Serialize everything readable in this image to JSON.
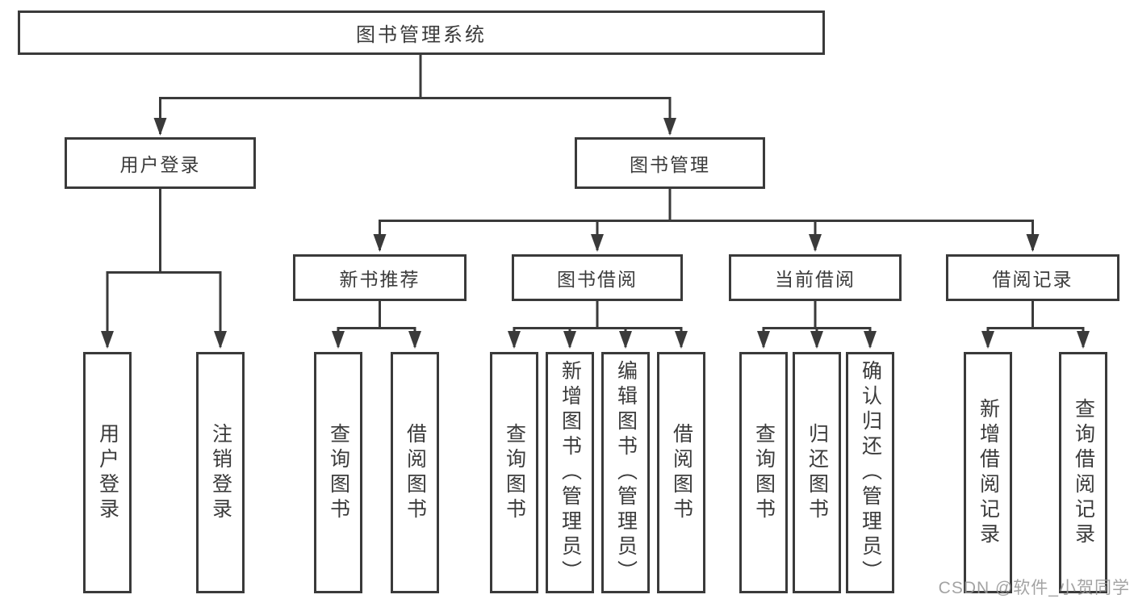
{
  "diagram": {
    "type": "hierarchy-tree",
    "root": {
      "label": "图书管理系统"
    },
    "level2": [
      {
        "label": "用户登录"
      },
      {
        "label": "图书管理"
      }
    ],
    "level3": [
      {
        "label": "新书推荐",
        "parent": "图书管理"
      },
      {
        "label": "图书借阅",
        "parent": "图书管理"
      },
      {
        "label": "当前借阅",
        "parent": "图书管理"
      },
      {
        "label": "借阅记录",
        "parent": "图书管理"
      }
    ],
    "leaves": [
      {
        "label": "用户登录",
        "parent": "用户登录"
      },
      {
        "label": "注销登录",
        "parent": "用户登录"
      },
      {
        "label": "查询图书",
        "parent": "新书推荐"
      },
      {
        "label": "借阅图书",
        "parent": "新书推荐"
      },
      {
        "label": "查询图书",
        "parent": "图书借阅"
      },
      {
        "label": "新增图书（管理员）",
        "parent": "图书借阅"
      },
      {
        "label": "编辑图书（管理员）",
        "parent": "图书借阅"
      },
      {
        "label": "借阅图书",
        "parent": "图书借阅"
      },
      {
        "label": "查询图书",
        "parent": "当前借阅"
      },
      {
        "label": "归还图书",
        "parent": "当前借阅"
      },
      {
        "label": "确认归还（管理员）",
        "parent": "当前借阅"
      },
      {
        "label": "新增借阅记录",
        "parent": "借阅记录"
      },
      {
        "label": "查询借阅记录",
        "parent": "借阅记录"
      }
    ],
    "colors": {
      "line": "#3a3a3a",
      "text": "#3b3b3b",
      "background": "#ffffff",
      "watermark": "#969696"
    }
  },
  "watermark": {
    "text": "CSDN @软件_小贺同学"
  }
}
